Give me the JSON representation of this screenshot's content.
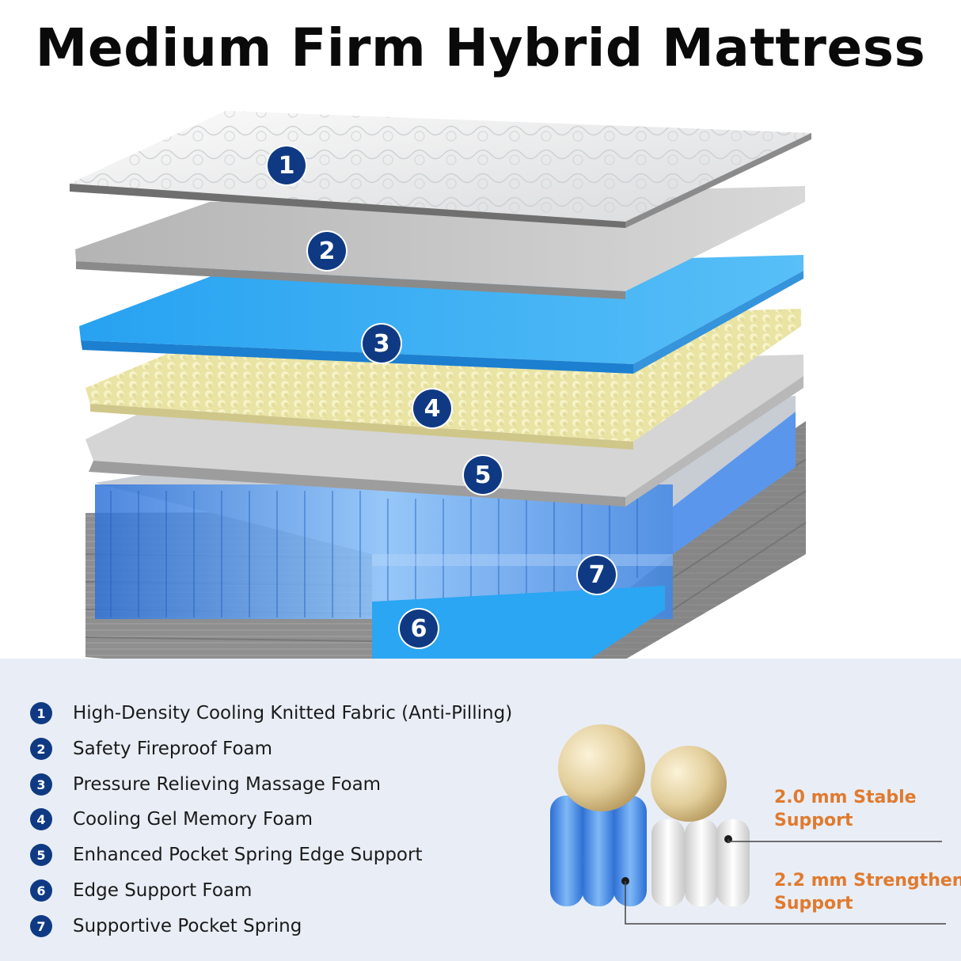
{
  "title": "Medium Firm Hybrid Mattress",
  "layers": [
    {
      "num": "1",
      "label": "High-Density Cooling Knitted Fabric (Anti-Pilling)"
    },
    {
      "num": "2",
      "label": "Safety Fireproof Foam"
    },
    {
      "num": "3",
      "label": "Pressure Relieving Massage Foam"
    },
    {
      "num": "4",
      "label": "Cooling Gel Memory Foam"
    },
    {
      "num": "5",
      "label": "Enhanced Pocket Spring Edge Support"
    },
    {
      "num": "6",
      "label": "Edge Support Foam"
    },
    {
      "num": "7",
      "label": "Supportive Pocket Spring"
    }
  ],
  "spring_comparison": {
    "stable": {
      "line1": "2.0 mm Stable",
      "line2": "Support"
    },
    "strengthen": {
      "line1": "2.2 mm Strengthen",
      "line2": "Support"
    }
  },
  "colors": {
    "badge": "#0f3a83",
    "accent_orange": "#e07a2e",
    "foam_blue": "#2f9be8",
    "gel_yellow": "#efe9b4",
    "fabric_gray": "#8a8a8a",
    "legend_bg": "#e9eef6"
  }
}
